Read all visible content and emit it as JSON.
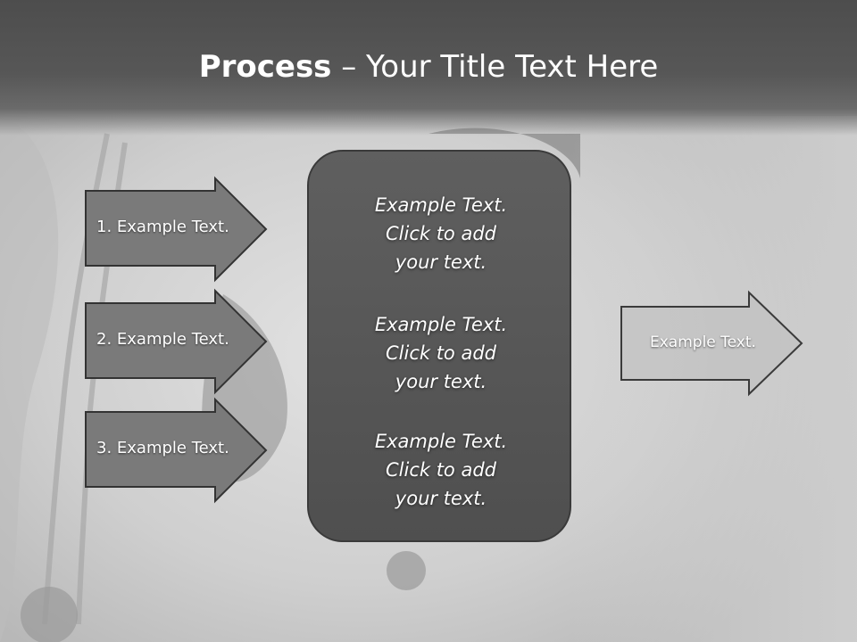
{
  "title": {
    "bold": "Process",
    "rest": " – Your Title Text Here"
  },
  "steps": [
    {
      "label": "1. Example Text."
    },
    {
      "label": "2. Example Text."
    },
    {
      "label": "3. Example Text."
    }
  ],
  "center_box": {
    "blocks": [
      {
        "lines": [
          "Example Text.",
          "Click  to add",
          "your text."
        ]
      },
      {
        "lines": [
          "Example Text.",
          "Click  to add",
          "your text."
        ]
      },
      {
        "lines": [
          "Example Text.",
          "Click  to add",
          "your text."
        ]
      }
    ]
  },
  "output": {
    "label": "Example Text."
  },
  "colors": {
    "title_bar": "#575757",
    "step_arrow_fill": "#7a7a7a",
    "center_box_fill": "#555555",
    "output_arrow_fill": "#bdbdbd",
    "outline": "#3a3a3a"
  }
}
